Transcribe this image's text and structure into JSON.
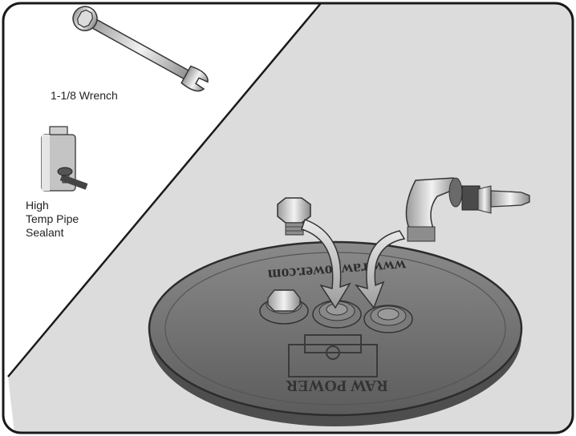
{
  "tools": {
    "wrench_label": "1-1/8 Wrench",
    "sealant_label_lines": [
      "High",
      "Temp Pipe",
      "Sealant"
    ]
  },
  "lid": {
    "embossed_top_text": "www.rawpower.com",
    "embossed_bottom_text": "RAW POWER"
  },
  "icons": [
    "wrench-icon",
    "pipe-sealant-icon",
    "hex-plug-icon",
    "elbow-fitting-icon",
    "hose-barb-icon",
    "arrow-icon"
  ],
  "colors": {
    "panel_border": "#1a1a1a",
    "tools_background": "#ffffff",
    "assembly_background": "#dcdcdc",
    "lid_fill": "#6e6e6e",
    "metal": "#bfbfbf"
  }
}
